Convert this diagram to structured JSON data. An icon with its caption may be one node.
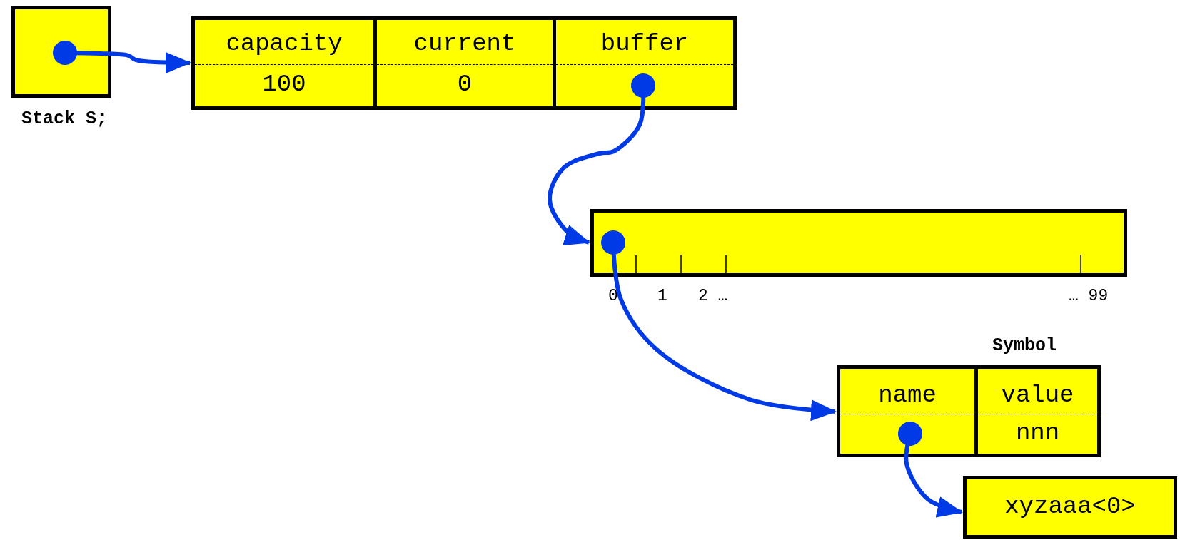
{
  "diagram": {
    "nodes": [
      {
        "text": [],
        "shape": "box",
        "beside": [
          "Stack S;"
        ]
      },
      {
        "text": [
          "capacity",
          "100"
        ]
      },
      {
        "text": [
          "current",
          "0"
        ]
      },
      {
        "text": [
          "buffer"
        ]
      },
      {
        "text": [],
        "shape": "box",
        "beside": [
          "0",
          "1",
          "2 …",
          "… 99"
        ]
      },
      {
        "text": [
          "name"
        ]
      },
      {
        "text": [
          "value",
          "nnn"
        ]
      },
      {
        "text": [
          "xyzaaa<0>"
        ]
      }
    ],
    "edges": [
      {
        "from": 0,
        "to": 1,
        "arrow": "to"
      },
      {
        "from": 3,
        "to": 4,
        "arrow": "to"
      },
      {
        "from": 4,
        "to": 5,
        "arrow": "to"
      },
      {
        "from": 5,
        "to": 7,
        "arrow": "to"
      }
    ],
    "labels": [
      "Symbol"
    ]
  }
}
